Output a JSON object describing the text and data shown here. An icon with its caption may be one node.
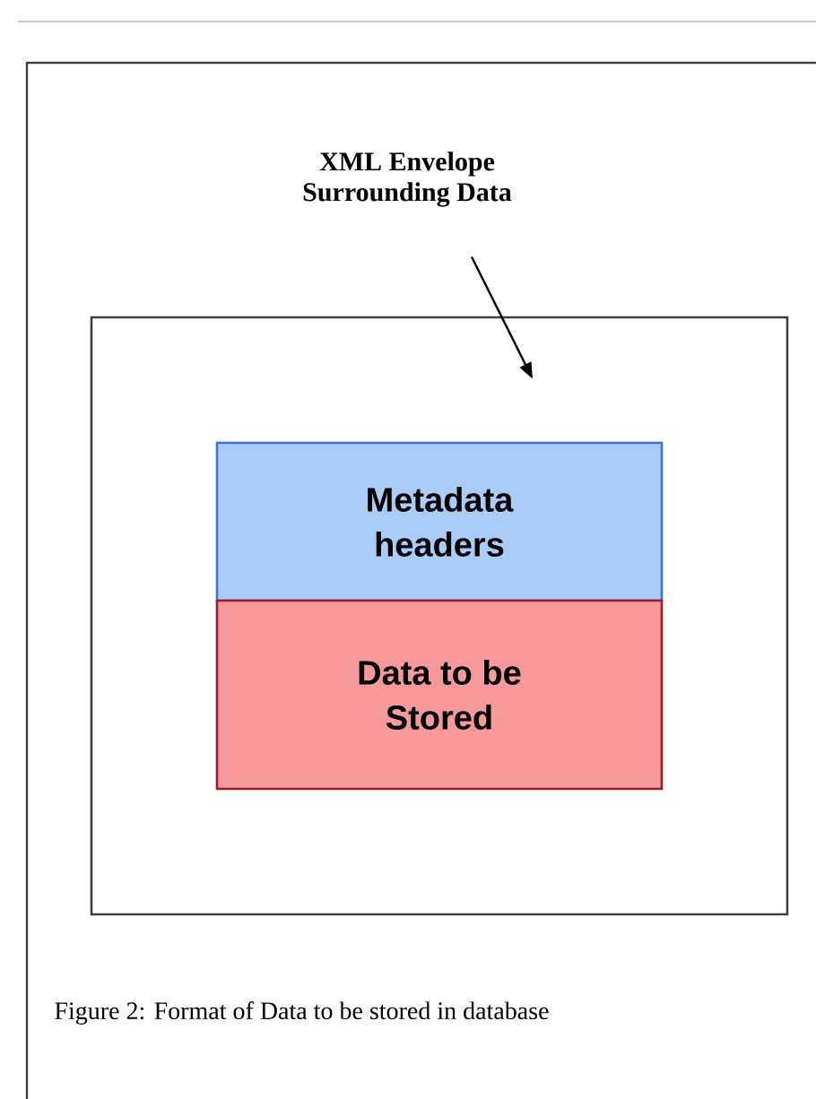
{
  "diagram": {
    "caption": "Figure 2: Format of Data to be stored in database",
    "nodes": [
      {
        "text": [
          "XML Envelope Surrounding Data"
        ]
      },
      {
        "text": [],
        "shape": "box"
      },
      {
        "text": [
          "Metadata headers"
        ],
        "in": 1
      },
      {
        "text": [
          "Data to be Stored"
        ],
        "in": 1
      }
    ],
    "edges": [
      {
        "from": 0,
        "to": 1,
        "arrow": "to"
      }
    ]
  }
}
